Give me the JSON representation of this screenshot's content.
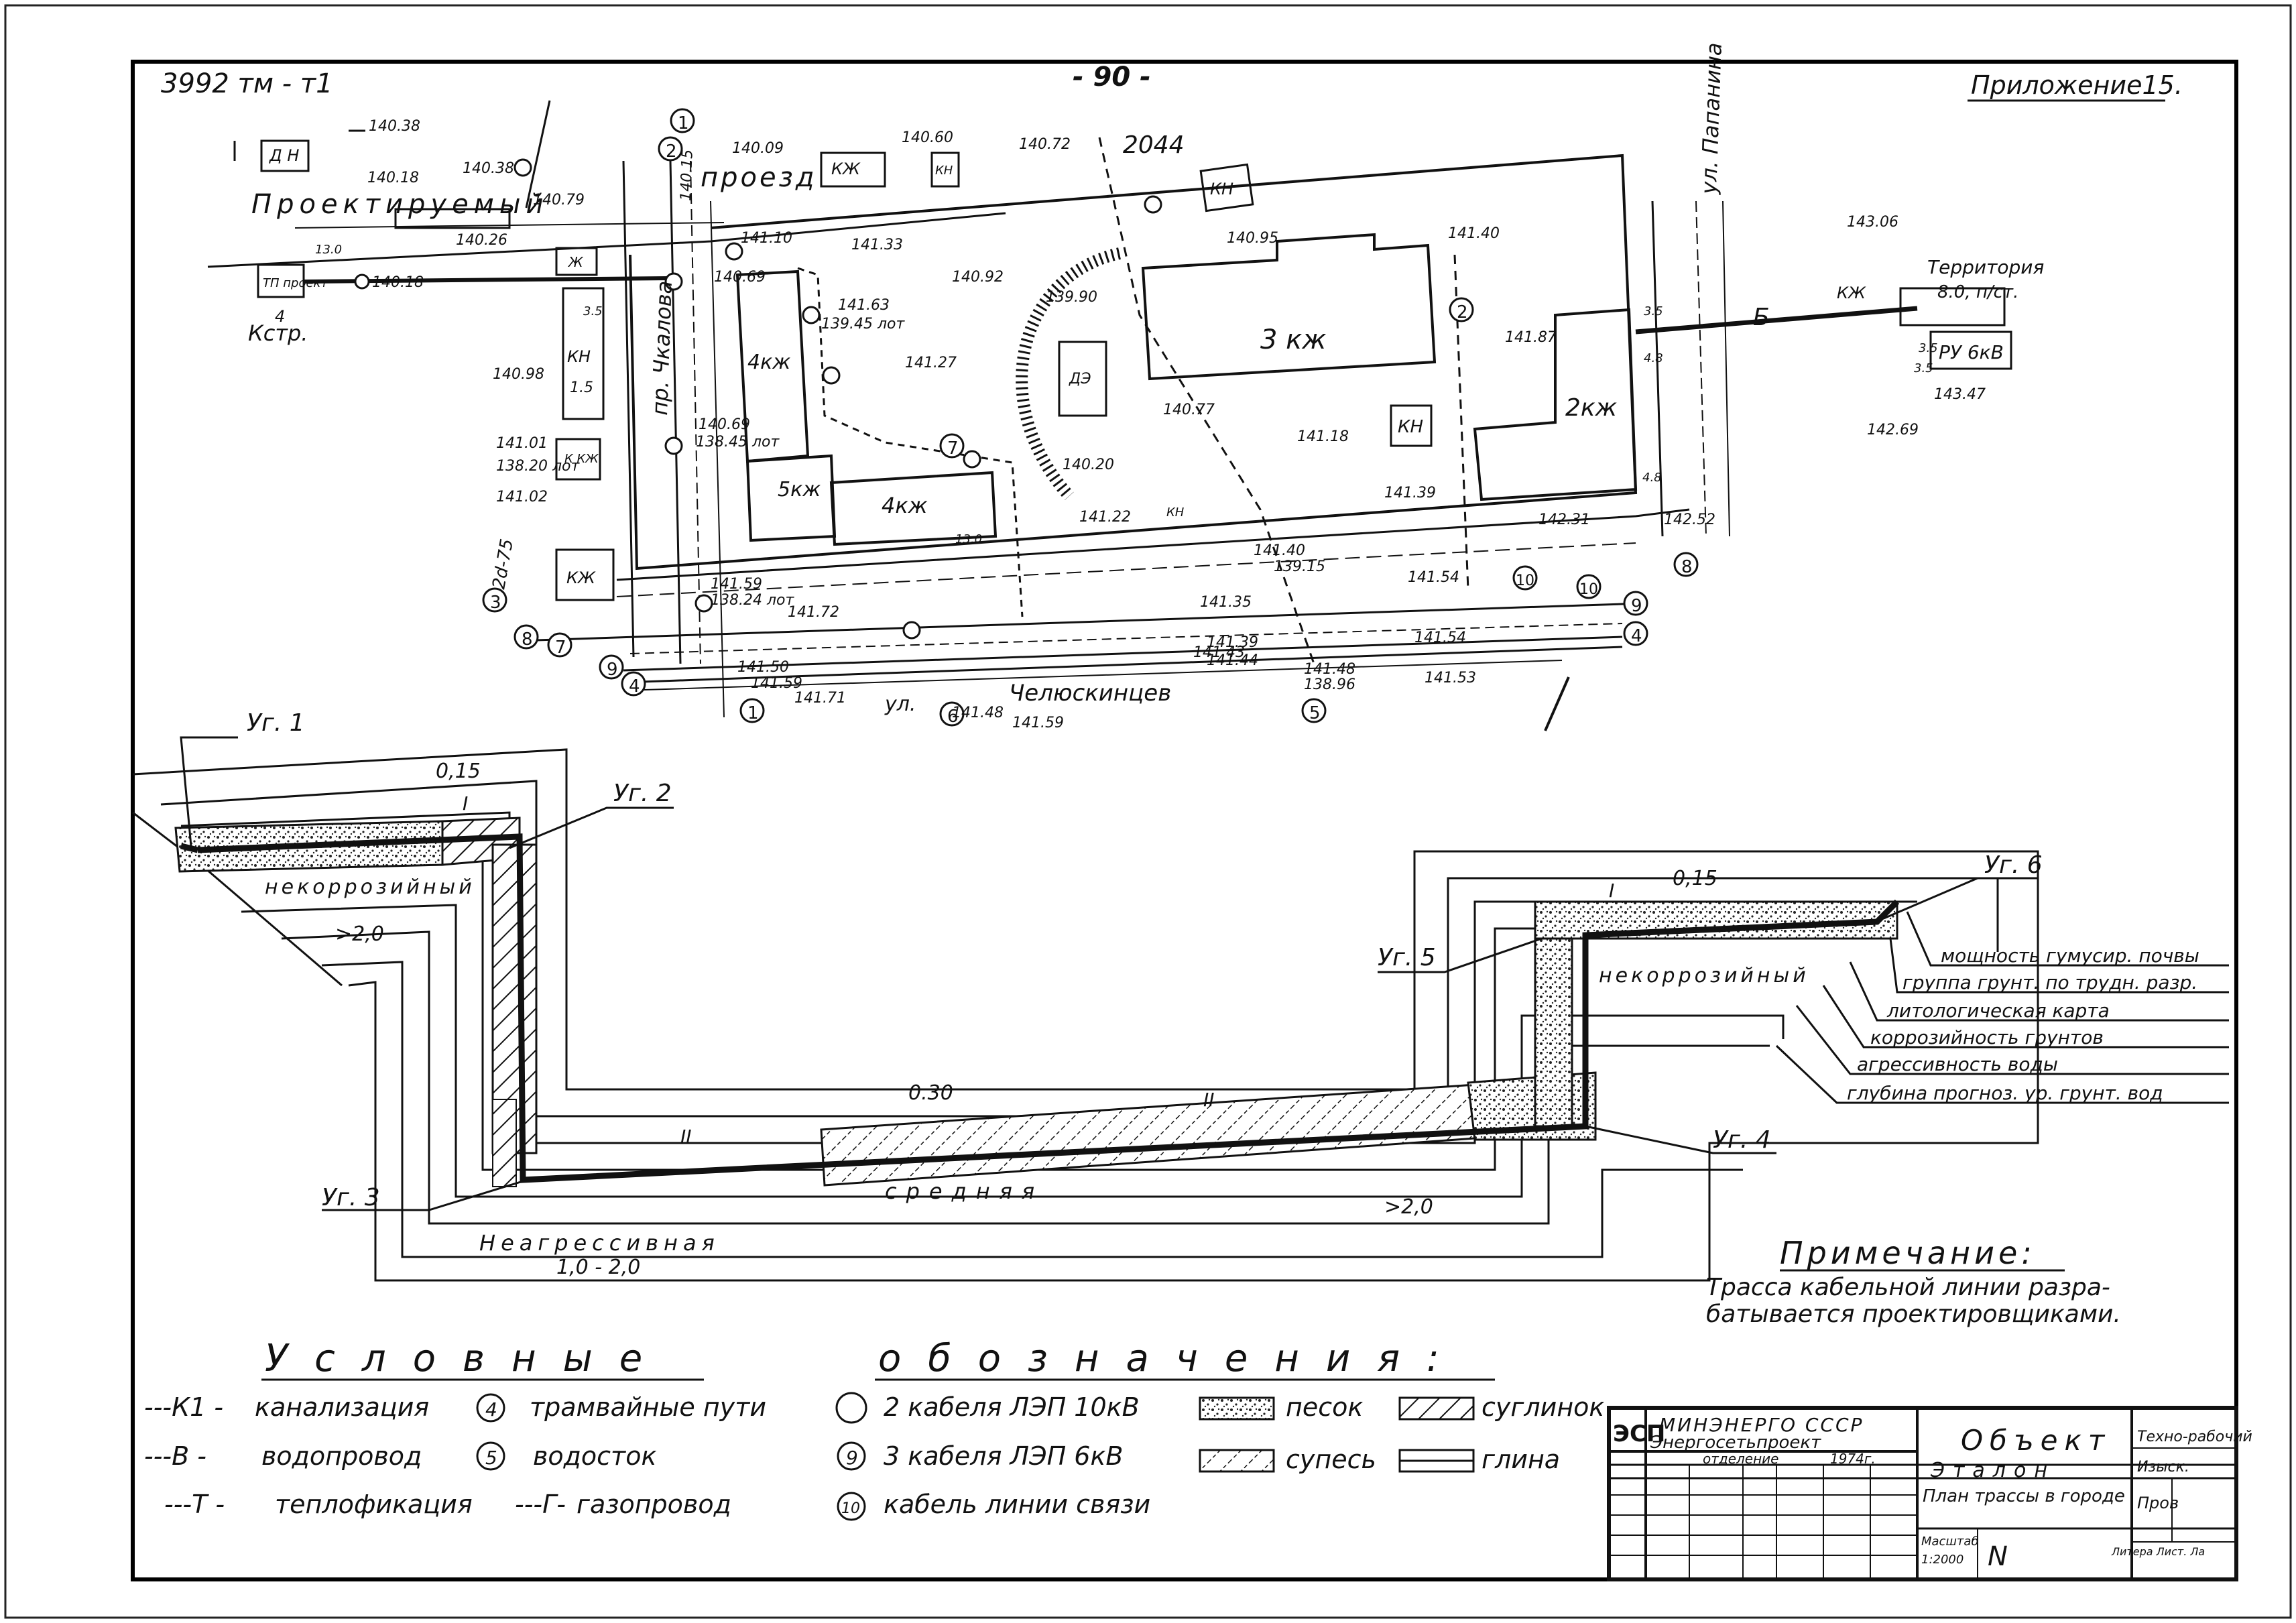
{
  "sheet": {
    "code": "3992 тм - т1",
    "page_number": "- 90 -",
    "appendix": "Приложение15.",
    "drawing_no": "2044"
  },
  "map": {
    "street_top_a": "Проектируемый",
    "street_top_b": "проезд",
    "street_bottom_a": "ул.",
    "street_bottom_b": "Челюскинцев",
    "street_left": "пр. Чкалова",
    "street_right": "ул. Папанина",
    "territory_label": "Территория",
    "territory_sub": "8.0, п/ст.",
    "ru_label": "РУ 6кВ",
    "tp_label": "ТП проект",
    "k_str_label": "Кстр.",
    "k_str_num": "4",
    "dn_label": "Д Н",
    "blocks": [
      "3 кж",
      "2кж",
      "4кж",
      "4кж",
      "5кж",
      "КН",
      "КН",
      "КН",
      "КН",
      "КН",
      "КЖ",
      "КЖ",
      "КЖ",
      "К КЖ",
      "ДЭ",
      "Ж"
    ],
    "elevations": [
      "140.38",
      "140.18",
      "140.38",
      "140.79",
      "140.26",
      "140.18",
      "140.98",
      "140.09",
      "140.60",
      "140.72",
      "141.10",
      "141.33",
      "141.63",
      "139.45 лот",
      "140.92",
      "139.90",
      "141.27",
      "140.95",
      "141.40",
      "141.87",
      "140.77",
      "141.18",
      "140.20",
      "141.22",
      "141.39",
      "142.31",
      "142.52",
      "143.06",
      "143.47",
      "142.69",
      "141.01",
      "138.20 лот",
      "141.02",
      "140.69",
      "138.45 лот",
      "141.59",
      "138.24 лот",
      "141.72",
      "141.40",
      "139.15",
      "141.35",
      "141.54",
      "141.50",
      "141.59",
      "141.71",
      "141.48",
      "141.59",
      "141.43",
      "141.39",
      "141.44",
      "141.54",
      "141.53",
      "141.48",
      "138.96",
      "140.69",
      "140.15"
    ],
    "circle_marks": [
      "1",
      "2",
      "2",
      "3",
      "4",
      "4",
      "5",
      "6",
      "7",
      "7",
      "8",
      "8",
      "9",
      "9",
      "10",
      "10",
      "1"
    ],
    "dims": [
      "1.5",
      "3.5",
      "3.5",
      "13.0",
      "13.0",
      "4.8",
      "4.8",
      "3.5",
      "2d-75",
      "Б",
      "3.5"
    ]
  },
  "profile": {
    "corners": [
      "Уг. 1",
      "Уг. 2",
      "Уг. 3",
      "Уг. 4",
      "Уг. 5",
      "Уг. 6"
    ],
    "values": [
      "0,15",
      "0,15",
      "0.30",
      ">2,0",
      ">2,0",
      "1,0 - 2,0"
    ],
    "roman": [
      "I",
      "I",
      "II",
      "II"
    ],
    "words": [
      "некоррозийный",
      "некоррозийный",
      "средняя",
      "Неагрессивная"
    ]
  },
  "layers_legend": [
    "мощность гумусир. почвы",
    "группа грунт. по трудн. разр.",
    "литологическая карта",
    "коррозийность грунтов",
    "агрессивность воды",
    "глубина прогноз. ур. грунт. вод"
  ],
  "note": {
    "title": "Примечание:",
    "line1": "Трасса кабельной линии разра-",
    "line2": "батывается проектировщиками."
  },
  "legend": {
    "title_a": "Условные",
    "title_b": "обозначения:",
    "items": [
      {
        "sym": "---К1 -",
        "text": "канализация"
      },
      {
        "sym": "---В -",
        "text": "водопровод"
      },
      {
        "sym": "---Т -",
        "text": "теплофикация"
      },
      {
        "sym": "---Г-",
        "text": "газопровод"
      },
      {
        "sym": "4",
        "text": "трамвайные пути"
      },
      {
        "sym": "5",
        "text": "водосток"
      },
      {
        "sym": "",
        "text": "2 кабеля ЛЭП 10кВ"
      },
      {
        "sym": "9",
        "text": "3 кабеля ЛЭП 6кВ"
      },
      {
        "sym": "10",
        "text": "кабель линии связи"
      },
      {
        "sym": "",
        "text": "песок"
      },
      {
        "sym": "",
        "text": "супесь"
      },
      {
        "sym": "",
        "text": "суглинок"
      },
      {
        "sym": "",
        "text": "глина"
      }
    ]
  },
  "title_block": {
    "org1": "МИНЭНЕРГО СССР",
    "org2": "Энергосетьпроект",
    "esp": "ЭСП",
    "dept": "отделение",
    "year": "1974г.",
    "object_label": "Объект",
    "object_value": "Эталон",
    "stage": "Техно-рабочий",
    "izysk": "Изыск.",
    "plan": "План трассы в городе",
    "prov": "Пров",
    "masht_label": "Масштаб",
    "masht_value": "1:2000",
    "sheet_mark": "N",
    "inv": "Литера Лист. Ла"
  }
}
